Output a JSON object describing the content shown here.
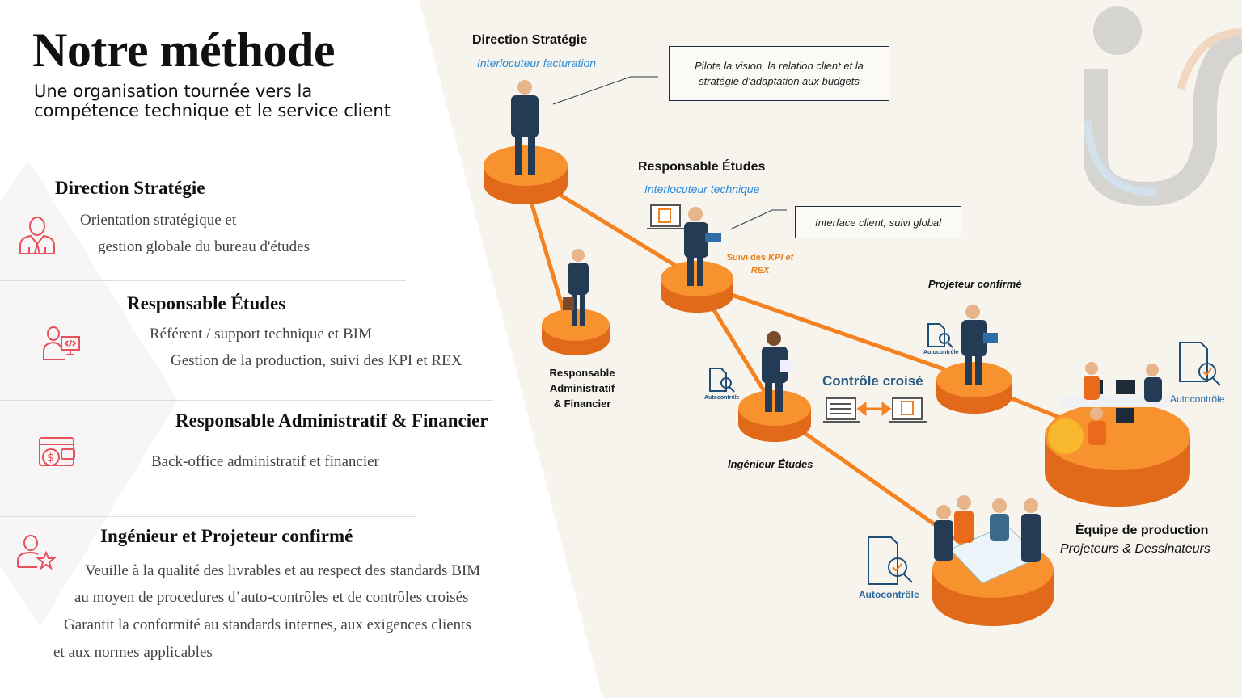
{
  "header": {
    "title": "Notre méthode",
    "subtitle": "Une organisation tournée vers la compétence technique et le service client"
  },
  "roles": [
    {
      "title": "Direction Stratégie",
      "lines": [
        "Orientation stratégique et",
        "gestion globale du bureau d'études"
      ],
      "icon": "executive-icon"
    },
    {
      "title": "Responsable Études",
      "lines": [
        "Référent / support technique et BIM",
        "Gestion de la production, suivi des KPI et REX"
      ],
      "icon": "developer-icon"
    },
    {
      "title": "Responsable Administratif & Financier",
      "lines": [
        "Back-office administratif et financier"
      ],
      "icon": "wallet-icon"
    },
    {
      "title": "Ingénieur et Projeteur confirmé",
      "lines": [
        "Veuille à la qualité des livrables et au respect des standards BIM",
        "au moyen de procedures d’auto-contrôles et de contrôles croisés",
        "Garantit la conformité au standards internes, aux exigences clients",
        "et aux normes applicables"
      ],
      "icon": "user-star-icon"
    }
  ],
  "diagram": {
    "direction": {
      "label": "Direction Stratégie",
      "sub": "Interlocuteur facturation",
      "callout": "Pilote la vision, la relation client et la stratégie d’adaptation aux budgets"
    },
    "resp_etudes": {
      "label": "Responsable Études",
      "sub": "Interlocuteur technique",
      "callout": "Interface client, suivi global",
      "kpi1": "Suivi des ",
      "kpi2": "KPI et",
      "kpi3": "REX"
    },
    "admin": {
      "l1": "Responsable",
      "l2": "Administratif",
      "l3": "& Financier"
    },
    "projeteur": {
      "label": "Projeteur confirmé"
    },
    "ingenieur": {
      "label": "Ingénieur Études"
    },
    "controle": {
      "label": "Contrôle croisé"
    },
    "equipe": {
      "label": "Équipe de production",
      "sub": "Projeteurs & Dessinateurs"
    },
    "autocontrole": "Autocontrôle"
  },
  "colors": {
    "accent": "#f58220",
    "icon_red": "#e8505b",
    "blue": "#2a8ad8",
    "navy": "#1f3a56"
  }
}
